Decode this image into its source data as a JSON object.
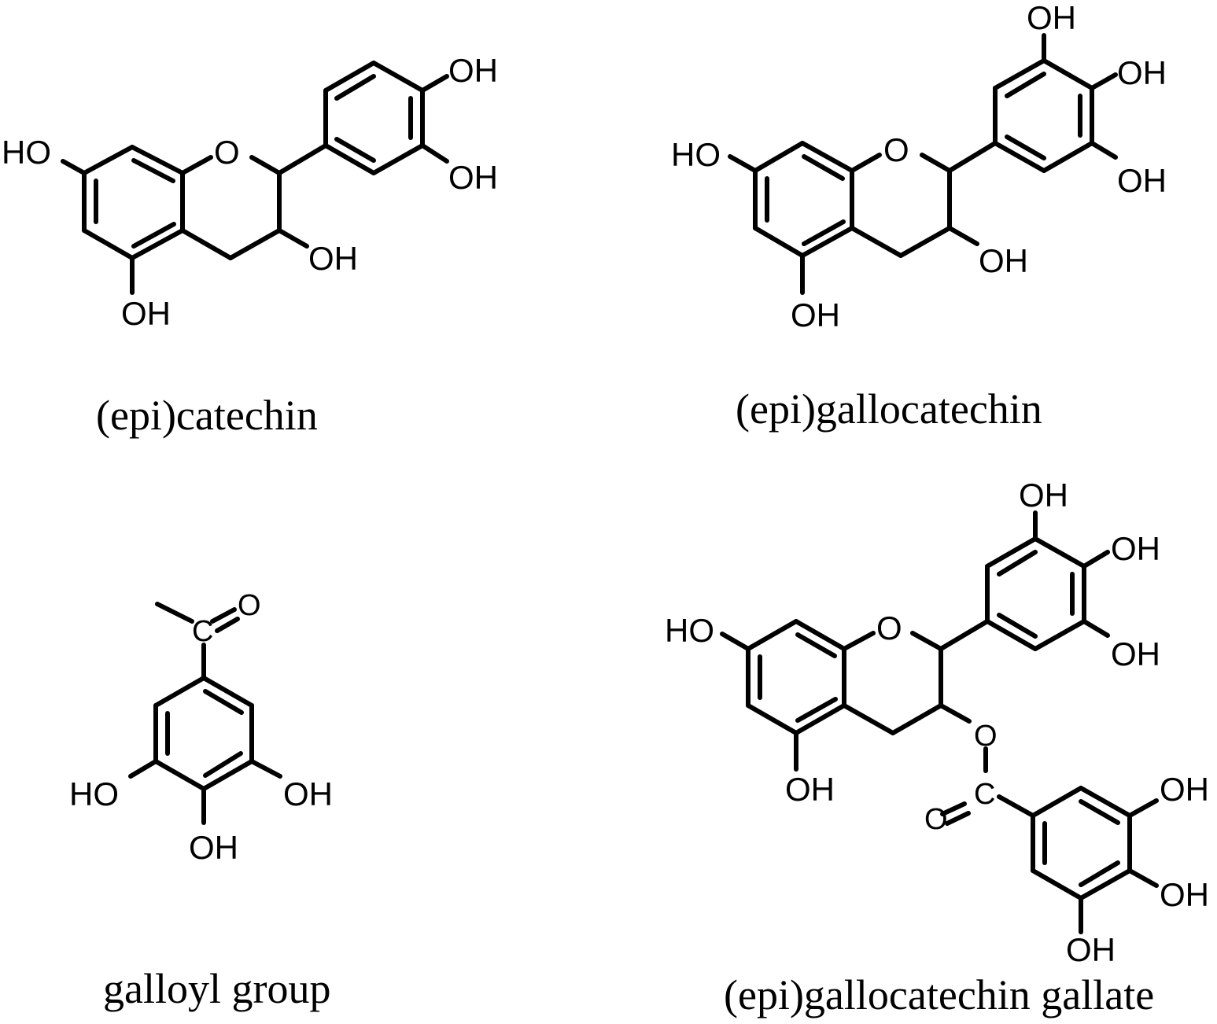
{
  "structures": [
    {
      "caption": "(epi)catechin",
      "atoms": {
        "ho7": "HO",
        "o1": "O",
        "oh3p": "OH",
        "oh4p": "OH",
        "oh3": "OH",
        "oh5": "OH"
      }
    },
    {
      "caption": "(epi)gallocatechin",
      "atoms": {
        "ho7": "HO",
        "o1": "O",
        "oh3p": "OH",
        "oh4p": "OH",
        "oh5p": "OH",
        "oh3": "OH",
        "oh5": "OH"
      }
    },
    {
      "caption": "galloyl group",
      "atoms": {
        "c": "C",
        "o": "O",
        "oh3": "HO",
        "oh4": "OH",
        "oh5": "OH"
      }
    },
    {
      "caption": "(epi)gallocatechin gallate",
      "atoms": {
        "ho7": "HO",
        "o1": "O",
        "oh3p": "OH",
        "oh4p": "OH",
        "oh5p": "OH",
        "oh5": "OH",
        "o_ester": "O",
        "c_ester": "C",
        "o_carbonyl": "O",
        "g_oh3": "OH",
        "g_oh4": "OH",
        "g_oh5": "OH"
      }
    }
  ]
}
